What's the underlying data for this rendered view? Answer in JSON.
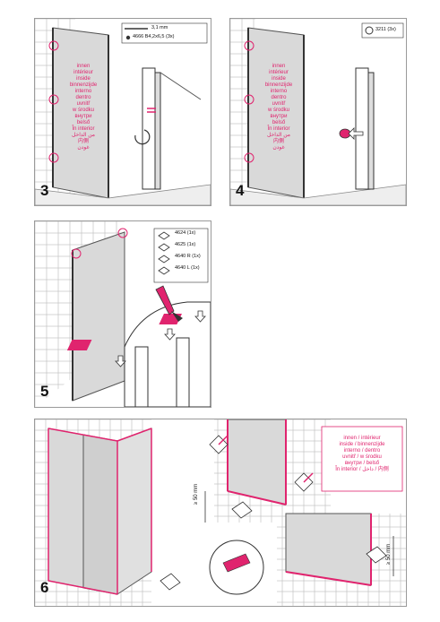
{
  "accent_color": "#e0246e",
  "panel3": {
    "step": "3",
    "inside_text": [
      "innen",
      "intérieur",
      "inside",
      "binnenzijde",
      "interno",
      "dentro",
      "uvnitř",
      "w środku",
      "внутри",
      "belső",
      "În interior",
      "من الداخل",
      "内側",
      "غودن"
    ],
    "parts": [
      {
        "qty_text": "3,1 mm",
        "icon": "drill-bit-icon"
      },
      {
        "qty_text": "4666 B4,2x6,5 (3x)",
        "icon": "screw-icon"
      }
    ]
  },
  "panel4": {
    "step": "4",
    "inside_text": [
      "innen",
      "intérieur",
      "inside",
      "binnenzijde",
      "interno",
      "dentro",
      "uvnitř",
      "w środku",
      "внутри",
      "belső",
      "În interior",
      "من الداخل",
      "内側",
      "غودن"
    ],
    "parts": [
      {
        "qty_text": "3211 (3x)",
        "icon": "cap-icon"
      }
    ]
  },
  "panel5": {
    "step": "5",
    "parts": [
      {
        "qty_text": "4624 (1x)",
        "icon": "gasket-icon"
      },
      {
        "qty_text": "4625 (1x)",
        "icon": "gasket-icon"
      },
      {
        "qty_text": "4640 R (1x)",
        "icon": "gasket-icon"
      },
      {
        "qty_text": "4640 L (1x)",
        "icon": "gasket-icon"
      }
    ]
  },
  "panel6": {
    "step": "6",
    "inside_text": [
      "innen / intérieur",
      "inside / binnenzijde",
      "interno / dentro",
      "uvnitř / w środku",
      "внутри / belső",
      "În interior / داخل / 内側"
    ],
    "dims": [
      "≥ 50 mm",
      "≥ 50 mm"
    ]
  }
}
